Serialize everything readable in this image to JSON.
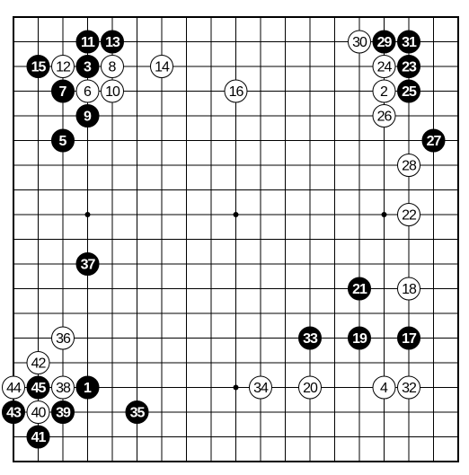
{
  "board": {
    "size": 19,
    "colors": {
      "background": "#ffffff",
      "line": "#000000",
      "black_stone": "#000000",
      "white_stone": "#ffffff",
      "black_text": "#ffffff",
      "white_text": "#000000"
    },
    "hoshi": [
      [
        3,
        8
      ],
      [
        9,
        8
      ],
      [
        15,
        8
      ],
      [
        3,
        15
      ],
      [
        9,
        15
      ],
      [
        15,
        15
      ]
    ],
    "stones": [
      {
        "n": 1,
        "color": "black",
        "col": 3,
        "row": 15
      },
      {
        "n": 2,
        "color": "white",
        "col": 15,
        "row": 3
      },
      {
        "n": 3,
        "color": "black",
        "col": 3,
        "row": 2
      },
      {
        "n": 4,
        "color": "white",
        "col": 15,
        "row": 15
      },
      {
        "n": 5,
        "color": "black",
        "col": 2,
        "row": 5
      },
      {
        "n": 6,
        "color": "white",
        "col": 3,
        "row": 3
      },
      {
        "n": 7,
        "color": "black",
        "col": 2,
        "row": 3
      },
      {
        "n": 8,
        "color": "white",
        "col": 4,
        "row": 2
      },
      {
        "n": 9,
        "color": "black",
        "col": 3,
        "row": 4
      },
      {
        "n": 10,
        "color": "white",
        "col": 4,
        "row": 3
      },
      {
        "n": 11,
        "color": "black",
        "col": 3,
        "row": 1
      },
      {
        "n": 12,
        "color": "white",
        "col": 2,
        "row": 2
      },
      {
        "n": 13,
        "color": "black",
        "col": 4,
        "row": 1
      },
      {
        "n": 14,
        "color": "white",
        "col": 6,
        "row": 2
      },
      {
        "n": 15,
        "color": "black",
        "col": 1,
        "row": 2
      },
      {
        "n": 16,
        "color": "white",
        "col": 9,
        "row": 3
      },
      {
        "n": 17,
        "color": "black",
        "col": 16,
        "row": 13
      },
      {
        "n": 18,
        "color": "white",
        "col": 16,
        "row": 11
      },
      {
        "n": 19,
        "color": "black",
        "col": 14,
        "row": 13
      },
      {
        "n": 20,
        "color": "white",
        "col": 12,
        "row": 15
      },
      {
        "n": 21,
        "color": "black",
        "col": 14,
        "row": 11
      },
      {
        "n": 22,
        "color": "white",
        "col": 16,
        "row": 8
      },
      {
        "n": 23,
        "color": "black",
        "col": 16,
        "row": 2
      },
      {
        "n": 24,
        "color": "white",
        "col": 15,
        "row": 2
      },
      {
        "n": 25,
        "color": "black",
        "col": 16,
        "row": 3
      },
      {
        "n": 26,
        "color": "white",
        "col": 15,
        "row": 4
      },
      {
        "n": 27,
        "color": "black",
        "col": 17,
        "row": 5
      },
      {
        "n": 28,
        "color": "white",
        "col": 16,
        "row": 6
      },
      {
        "n": 29,
        "color": "black",
        "col": 15,
        "row": 1
      },
      {
        "n": 30,
        "color": "white",
        "col": 14,
        "row": 1
      },
      {
        "n": 31,
        "color": "black",
        "col": 16,
        "row": 1
      },
      {
        "n": 32,
        "color": "white",
        "col": 16,
        "row": 15
      },
      {
        "n": 33,
        "color": "black",
        "col": 12,
        "row": 13
      },
      {
        "n": 34,
        "color": "white",
        "col": 10,
        "row": 15
      },
      {
        "n": 35,
        "color": "black",
        "col": 5,
        "row": 16
      },
      {
        "n": 36,
        "color": "white",
        "col": 2,
        "row": 13
      },
      {
        "n": 37,
        "color": "black",
        "col": 3,
        "row": 10
      },
      {
        "n": 38,
        "color": "white",
        "col": 2,
        "row": 15
      },
      {
        "n": 39,
        "color": "black",
        "col": 2,
        "row": 16
      },
      {
        "n": 40,
        "color": "white",
        "col": 1,
        "row": 16
      },
      {
        "n": 41,
        "color": "black",
        "col": 1,
        "row": 17
      },
      {
        "n": 42,
        "color": "white",
        "col": 1,
        "row": 14
      },
      {
        "n": 43,
        "color": "black",
        "col": 0,
        "row": 16
      },
      {
        "n": 44,
        "color": "white",
        "col": 0,
        "row": 15
      },
      {
        "n": 45,
        "color": "black",
        "col": 1,
        "row": 15
      }
    ]
  }
}
